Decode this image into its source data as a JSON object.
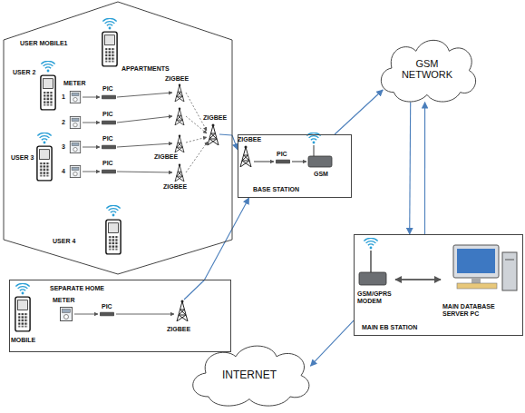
{
  "diagram": {
    "nodes": [
      {
        "text": [
          "APPARTMENTS"
        ]
      },
      {
        "text": [
          "BASE STATION"
        ]
      },
      {
        "text": [
          "GSM NETWORK"
        ]
      },
      {
        "text": [
          "MAIN EB STATION"
        ]
      },
      {
        "text": [
          "SEPARATE HOME"
        ]
      },
      {
        "text": [
          "INTERNET"
        ]
      }
    ],
    "edges": [
      {
        "from": 0,
        "to": 1,
        "arrow": "to"
      },
      {
        "from": 4,
        "to": 1,
        "arrow": "to"
      },
      {
        "from": 1,
        "to": 2,
        "arrow": "to"
      },
      {
        "from": 2,
        "to": 3,
        "arrow": "to"
      },
      {
        "from": 3,
        "to": 2,
        "arrow": "to"
      },
      {
        "from": 3,
        "to": 5,
        "arrow": "to"
      }
    ],
    "labels": [
      "USER MOBILE1",
      "USER 2",
      "METER",
      "1",
      "2",
      "3",
      "4",
      "PIC",
      "PIC",
      "PIC",
      "PIC",
      "ZIGBEE",
      "ZIGBEE",
      "ZIGBEE",
      "ZIGBEE",
      "USER 3",
      "USER 4",
      "ZIGBEE",
      "PIC",
      "GSM",
      "GSM/GPRS MODEM",
      "MAIN DATABASE SERVER PC",
      "MOBILE",
      "METER",
      "PIC",
      "ZIGBEE"
    ]
  }
}
